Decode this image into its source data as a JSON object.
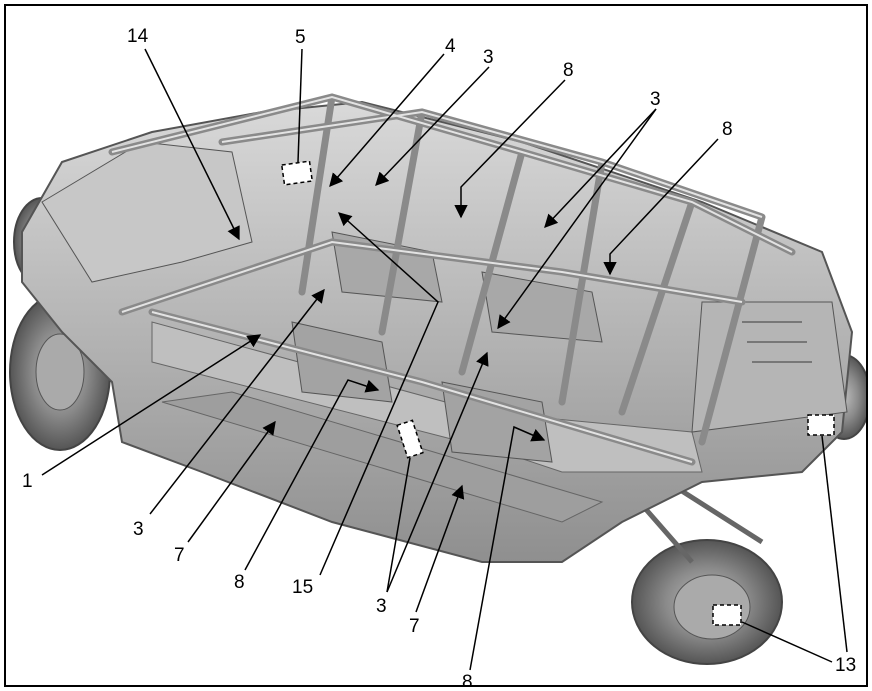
{
  "figure": {
    "type": "vehicle component location diagram",
    "subject": "four-seat side-by-side utility vehicle",
    "callouts": [
      {
        "id": "c14a",
        "label": "14"
      },
      {
        "id": "c5",
        "label": "5"
      },
      {
        "id": "c4",
        "label": "4"
      },
      {
        "id": "c3a",
        "label": "3"
      },
      {
        "id": "c8a",
        "label": "8"
      },
      {
        "id": "c3b",
        "label": "3"
      },
      {
        "id": "c8b",
        "label": "8"
      },
      {
        "id": "c1",
        "label": "1"
      },
      {
        "id": "c3c",
        "label": "3"
      },
      {
        "id": "c7a",
        "label": "7"
      },
      {
        "id": "c8c",
        "label": "8"
      },
      {
        "id": "c15",
        "label": "15"
      },
      {
        "id": "c3d",
        "label": "3"
      },
      {
        "id": "c7b",
        "label": "7"
      },
      {
        "id": "c8d",
        "label": "8"
      },
      {
        "id": "c13",
        "label": "13"
      }
    ]
  }
}
